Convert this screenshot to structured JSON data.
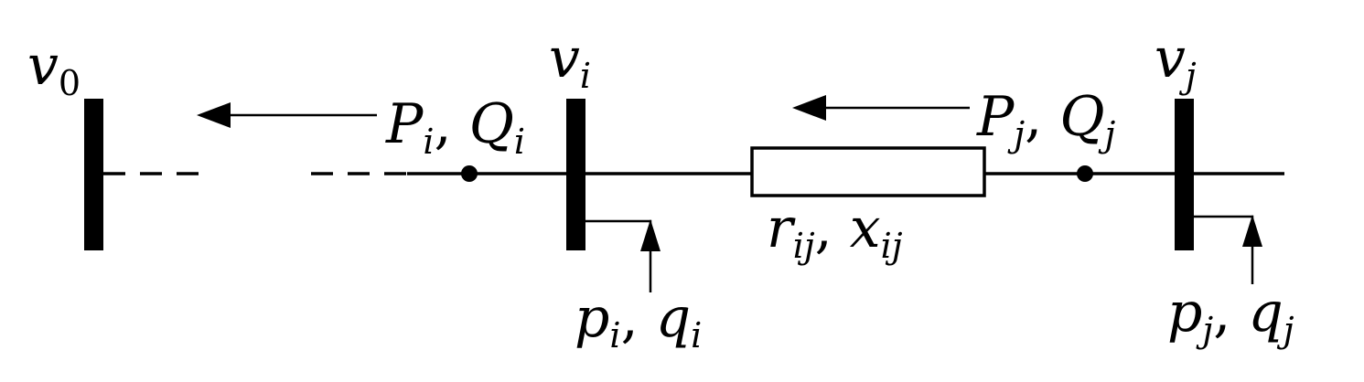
{
  "labels": {
    "v0": {
      "main": "v",
      "sub": "0"
    },
    "vi": {
      "main": "v",
      "sub": "i"
    },
    "vj": {
      "main": "v",
      "sub": "j"
    },
    "PiQi": {
      "a": "P",
      "a_sub": "i",
      "sep": ", ",
      "b": "Q",
      "b_sub": "i"
    },
    "PjQj": {
      "a": "P",
      "a_sub": "j",
      "sep": ", ",
      "b": "Q",
      "b_sub": "j"
    },
    "rx": {
      "a": "r",
      "a_sub": "ij",
      "sep": ", ",
      "b": "x",
      "b_sub": "ij"
    },
    "piqi": {
      "a": "p",
      "a_sub": "i",
      "sep": ", ",
      "b": "q",
      "b_sub": "i"
    },
    "pjqj": {
      "a": "p",
      "a_sub": "j",
      "sep": ", ",
      "b": "q",
      "b_sub": "j"
    }
  },
  "colors": {
    "ink": "#000000",
    "background": "#ffffff"
  }
}
